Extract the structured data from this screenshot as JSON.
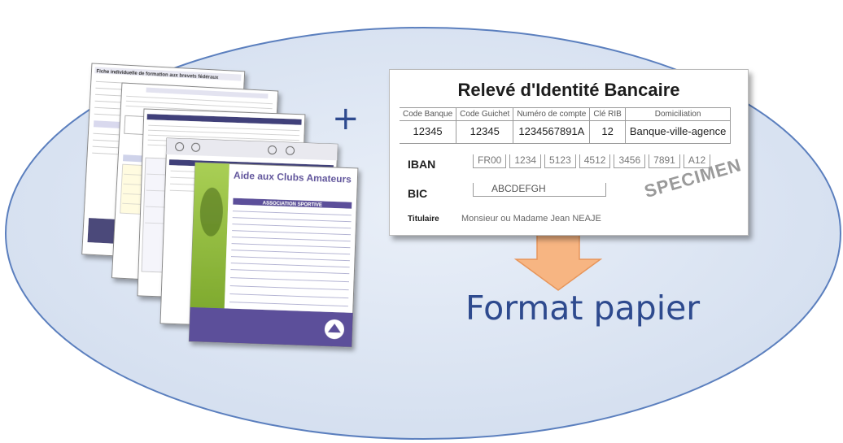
{
  "plus_sign": "+",
  "format_label": "Format papier",
  "rib": {
    "title": "Relevé d'Identité Bancaire",
    "headers": [
      "Code Banque",
      "Code Guichet",
      "Numéro de compte",
      "Clé RIB",
      "Domiciliation"
    ],
    "values": [
      "12345",
      "12345",
      "1234567891A",
      "12",
      "Banque-ville-agence"
    ],
    "iban_label": "IBAN",
    "iban_groups": [
      "FR00",
      "1234",
      "5123",
      "4512",
      "3456",
      "7891",
      "A12"
    ],
    "bic_label": "BIC",
    "bic_value": "ABCDEFGH",
    "titulaire_label": "Titulaire",
    "titulaire_value": "Monsieur ou Madame Jean NEAJE",
    "watermark": "SPECIMEN"
  },
  "documents": {
    "doc1_title": "Fiche individuelle de formation aux brevets fédéraux",
    "doc5_title": "Aide aux Clubs Amateurs",
    "doc5_subtitle": "ASSOCIATION SPORTIVE"
  },
  "colors": {
    "ellipse_fill": "#dbe5f1",
    "ellipse_stroke": "#5b7fbe",
    "label_color": "#2e4a8e",
    "arrow_fill": "#f7b582",
    "arrow_stroke": "#e7955a",
    "doc_purple": "#5c4f9a",
    "doc_green": "#9ac44a"
  }
}
